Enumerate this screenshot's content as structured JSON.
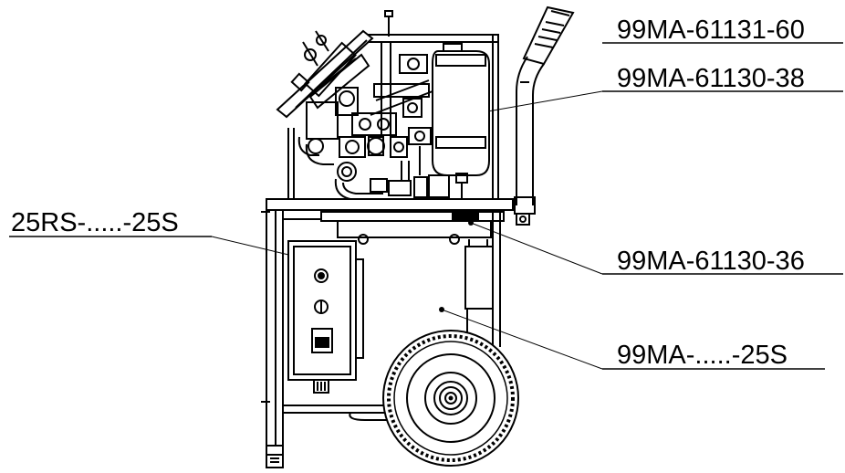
{
  "callouts": [
    {
      "id": "c1",
      "label": "99MA-61131-60"
    },
    {
      "id": "c2",
      "label": "99MA-61130-38"
    },
    {
      "id": "c3",
      "label": "25RS-.....-25S"
    },
    {
      "id": "c4",
      "label": "99MA-61130-36"
    },
    {
      "id": "c5",
      "label": "99MA-.....-25S"
    }
  ],
  "colors": {
    "line": "#000000",
    "background": "#ffffff"
  }
}
